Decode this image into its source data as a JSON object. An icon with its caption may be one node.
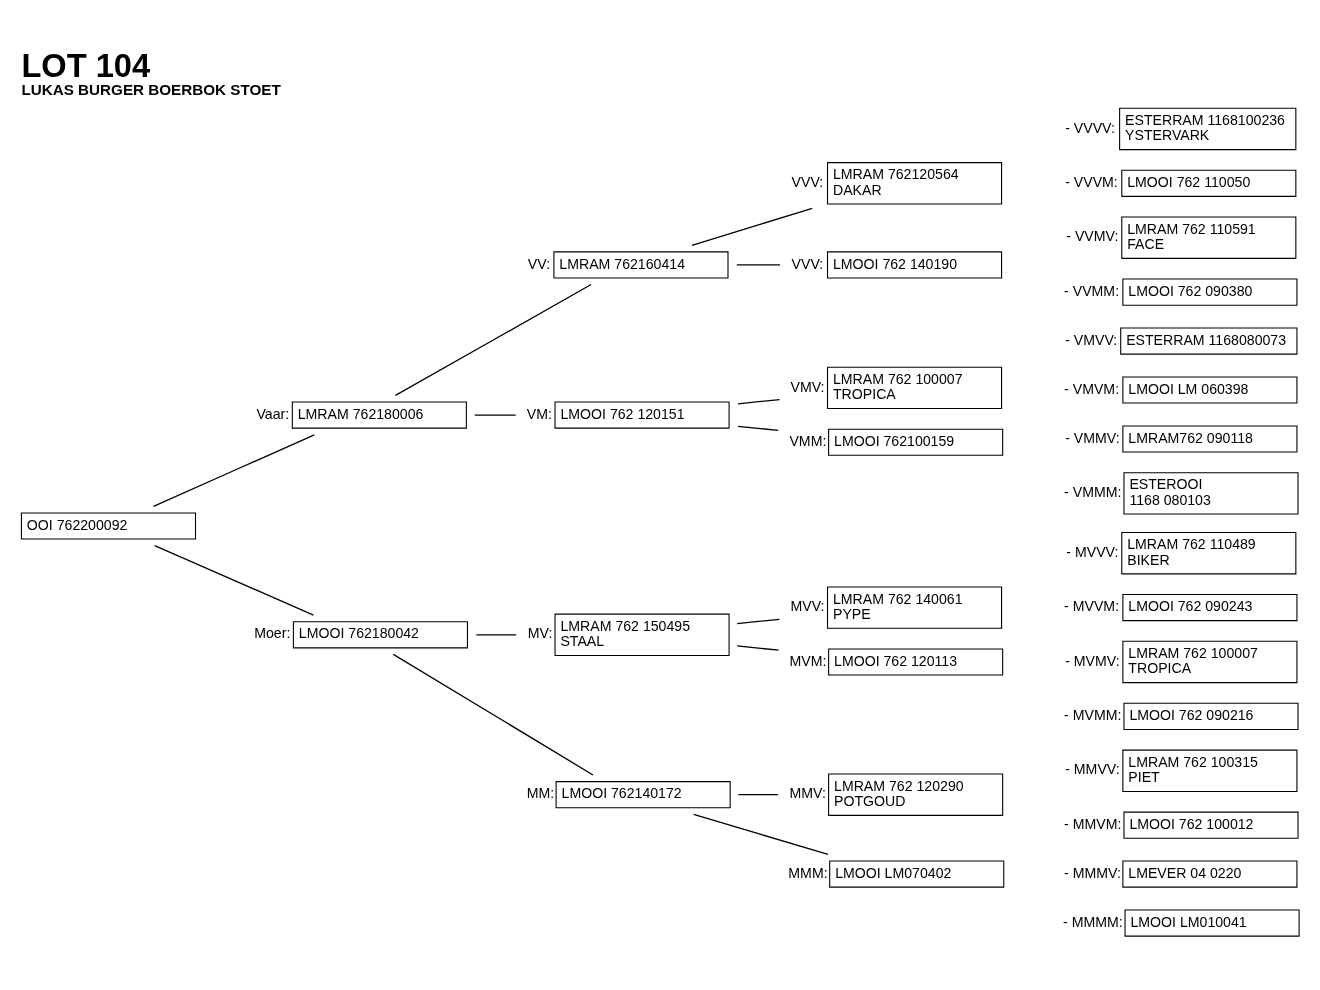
{
  "diagram": {
    "title": "LOT 104",
    "caption": "LUKAS BURGER BOERBOK STOET",
    "nodes": [
      {
        "text": [
          "OOI 762200092"
        ]
      },
      {
        "text": [
          "LMRAM 762180006"
        ],
        "beside": [
          "Vaar:"
        ]
      },
      {
        "text": [
          "LMOOI 762180042"
        ],
        "beside": [
          "Moer:"
        ]
      },
      {
        "text": [
          "LMRAM 762160414"
        ],
        "beside": [
          "VV:"
        ]
      },
      {
        "text": [
          "LMOOI 762 120151"
        ],
        "beside": [
          "VM:"
        ]
      },
      {
        "text": [
          "LMRAM 762 150495",
          "STAAL"
        ],
        "beside": [
          "MV:"
        ]
      },
      {
        "text": [
          "LMOOI 762140172"
        ],
        "beside": [
          "MM:"
        ]
      },
      {
        "text": [
          "LMRAM 762120564",
          "DAKAR"
        ],
        "beside": [
          "VVV:"
        ]
      },
      {
        "text": [
          "LMOOI 762 140190"
        ],
        "beside": [
          "VVV:"
        ]
      },
      {
        "text": [
          "LMRAM 762 100007",
          "TROPICA"
        ],
        "beside": [
          "VMV:"
        ]
      },
      {
        "text": [
          "LMOOI 762100159"
        ],
        "beside": [
          "VMM:"
        ]
      },
      {
        "text": [
          "LMRAM 762 140061",
          "PYPE"
        ],
        "beside": [
          "MVV:"
        ]
      },
      {
        "text": [
          "LMOOI 762 120113"
        ],
        "beside": [
          "MVM:"
        ]
      },
      {
        "text": [
          "LMRAM 762 120290",
          "POTGOUD"
        ],
        "beside": [
          "MMV:"
        ]
      },
      {
        "text": [
          "LMOOI LM070402"
        ],
        "beside": [
          "MMM:"
        ]
      },
      {
        "text": [
          "ESTERRAM 1168100236",
          "YSTERVARK"
        ],
        "beside": [
          "- VVVV:"
        ]
      },
      {
        "text": [
          "LMOOI 762 110050"
        ],
        "beside": [
          "- VVVM:"
        ]
      },
      {
        "text": [
          "LMRAM 762 110591",
          "FACE"
        ],
        "beside": [
          "- VVMV:"
        ]
      },
      {
        "text": [
          "LMOOI 762 090380"
        ],
        "beside": [
          "- VVMM:"
        ]
      },
      {
        "text": [
          "ESTERRAM 1168080073"
        ],
        "beside": [
          "- VMVV:"
        ]
      },
      {
        "text": [
          "LMOOI LM 060398"
        ],
        "beside": [
          "- VMVM:"
        ]
      },
      {
        "text": [
          "LMRAM762 090118"
        ],
        "beside": [
          "- VMMV:"
        ]
      },
      {
        "text": [
          "ESTEROOI",
          "1168 080103"
        ],
        "beside": [
          "- VMMM:"
        ]
      },
      {
        "text": [
          "LMRAM 762 110489",
          "BIKER"
        ],
        "beside": [
          "- MVVV:"
        ]
      },
      {
        "text": [
          "LMOOI 762 090243"
        ],
        "beside": [
          "- MVVM:"
        ]
      },
      {
        "text": [
          "LMRAM 762 100007",
          "TROPICA"
        ],
        "beside": [
          "- MVMV:"
        ]
      },
      {
        "text": [
          "LMOOI 762 090216"
        ],
        "beside": [
          "- MVMM:"
        ]
      },
      {
        "text": [
          "LMRAM 762 100315",
          "PIET"
        ],
        "beside": [
          "- MMVV:"
        ]
      },
      {
        "text": [
          "LMOOI 762 100012"
        ],
        "beside": [
          "- MMVM:"
        ]
      },
      {
        "text": [
          "LMEVER 04 0220"
        ],
        "beside": [
          "- MMMV:"
        ]
      },
      {
        "text": [
          "LMOOI LM010041"
        ],
        "beside": [
          "- MMMM:"
        ]
      }
    ],
    "edges": [
      {
        "from": 0,
        "to": 1,
        "arrow": "none"
      },
      {
        "from": 0,
        "to": 2,
        "arrow": "none"
      },
      {
        "from": 1,
        "to": 3,
        "arrow": "none"
      },
      {
        "from": 1,
        "to": 4,
        "arrow": "none"
      },
      {
        "from": 2,
        "to": 5,
        "arrow": "none"
      },
      {
        "from": 2,
        "to": 6,
        "arrow": "none"
      },
      {
        "from": 3,
        "to": 7,
        "arrow": "none"
      },
      {
        "from": 3,
        "to": 8,
        "arrow": "none"
      },
      {
        "from": 4,
        "to": 9,
        "arrow": "none"
      },
      {
        "from": 4,
        "to": 10,
        "arrow": "none"
      },
      {
        "from": 5,
        "to": 11,
        "arrow": "none"
      },
      {
        "from": 5,
        "to": 12,
        "arrow": "none"
      },
      {
        "from": 6,
        "to": 13,
        "arrow": "none"
      },
      {
        "from": 6,
        "to": 14,
        "arrow": "none"
      }
    ]
  }
}
